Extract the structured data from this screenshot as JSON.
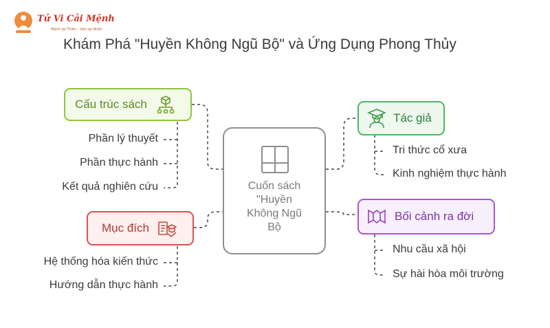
{
  "logo": {
    "brand": "Tử Vi Cải Mệnh",
    "tagline": "Mệnh tại Thiên - Vận tại Nhân"
  },
  "title": "Khám Phá \"Huyền Không Ngũ Bộ\" và Ứng Dụng Phong Thủy",
  "center": {
    "label": "Cuốn sách\n\"Huyền\nKhông Ngũ\nBộ",
    "icon": "book-layout-icon"
  },
  "nodes": {
    "structure": {
      "label": "Cấu trúc sách",
      "icon": "hierarchy-icon",
      "color": "#8dc63f",
      "fill": "#f4faea",
      "items": [
        "Phần lý thuyết",
        "Phần thực hành",
        "Kết quả nghiên cứu"
      ]
    },
    "author": {
      "label": "Tác giả",
      "icon": "graduate-icon",
      "color": "#4cb85c",
      "fill": "#eef8ef",
      "items": [
        "Tri thức cổ xưa",
        "Kinh nghiệm thực hành"
      ]
    },
    "purpose": {
      "label": "Mục đích",
      "icon": "education-icon",
      "color": "#d9534f",
      "fill": "#fdf0ef",
      "items": [
        "Hệ thống hóa kiến thức",
        "Hướng dẫn thực hành"
      ]
    },
    "context": {
      "label": "Bối cảnh ra đời",
      "icon": "book-open-icon",
      "color": "#a855d4",
      "fill": "#f7effc",
      "items": [
        "Nhu cầu xã hội",
        "Sự hài hòa môi trường"
      ]
    }
  }
}
